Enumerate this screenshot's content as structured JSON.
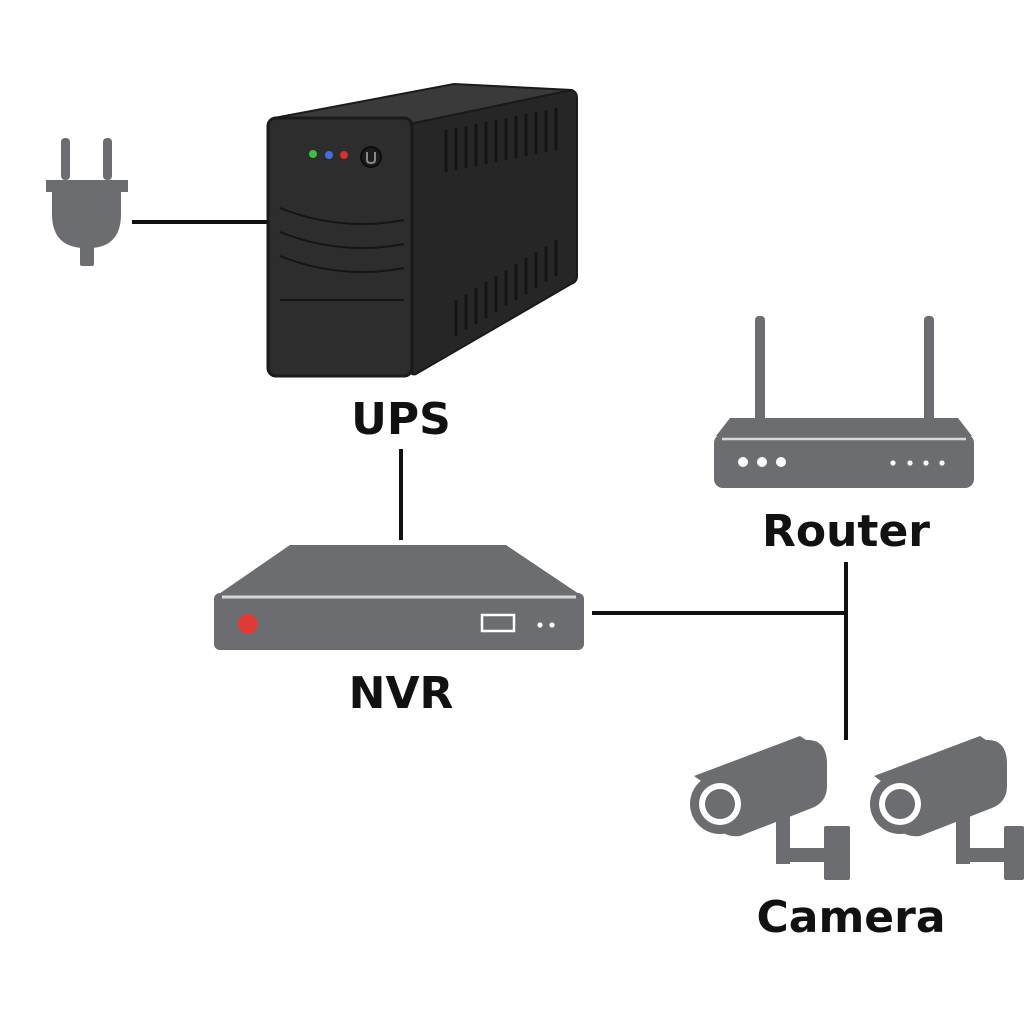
{
  "diagram": {
    "nodes": {
      "ups": {
        "label": "UPS"
      },
      "nvr": {
        "label": "NVR"
      },
      "router": {
        "label": "Router"
      },
      "camera": {
        "label": "Camera"
      }
    },
    "connections": [
      {
        "from": "power-plug",
        "to": "ups"
      },
      {
        "from": "ups",
        "to": "nvr"
      },
      {
        "from": "nvr",
        "to": "router"
      },
      {
        "from": "nvr",
        "to": "camera"
      }
    ],
    "ups_indicator_colors": [
      "#3fbf3f",
      "#3f6fe0",
      "#d93030"
    ],
    "nvr_record_indicator_color": "#e03a36",
    "colors": {
      "device_gray": "#6b6d70",
      "ups_body": "#2b2b2b",
      "line": "#111111"
    }
  }
}
